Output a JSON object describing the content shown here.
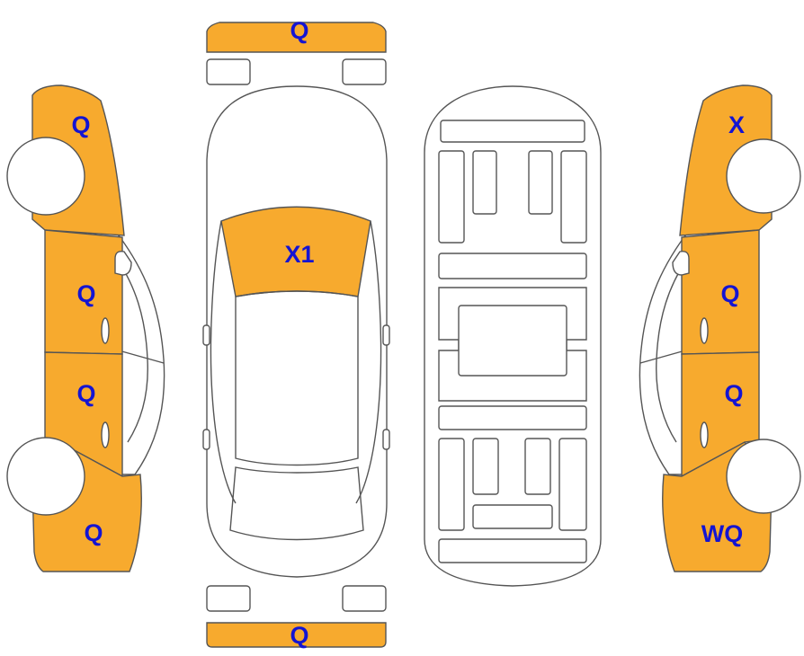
{
  "colors": {
    "highlight": "#F7AA2E",
    "label": "#1414D2",
    "outline": "#555555",
    "background": "#FFFFFF"
  },
  "panels": {
    "front_bumper": "Q",
    "rear_bumper": "Q",
    "roof": "X1",
    "left_front_fender": "Q",
    "left_front_door": "Q",
    "left_rear_door": "Q",
    "left_rear_quarter": "Q",
    "right_rear_quarter": "X",
    "right_rear_door": "Q",
    "right_front_door": "Q",
    "right_front_fender": "WQ"
  }
}
